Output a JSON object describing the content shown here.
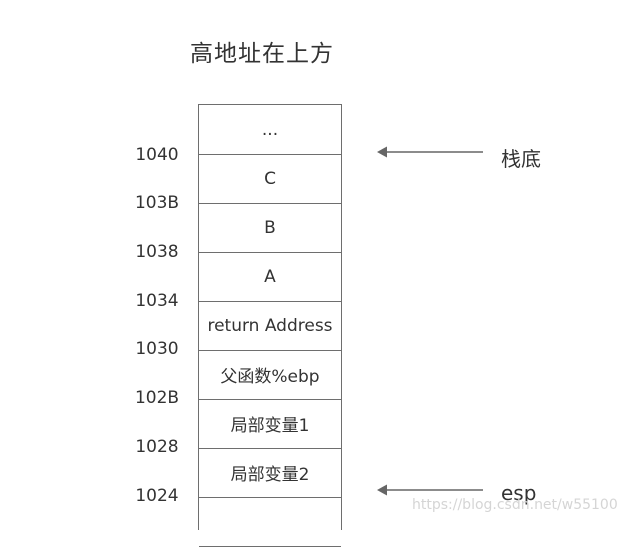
{
  "title": "高地址在上方",
  "cells": [
    "...",
    "C",
    "B",
    "A",
    "return Address",
    "父函数%ebp",
    "局部变量1",
    "局部变量2",
    ""
  ],
  "addresses": [
    "1040",
    "103B",
    "1038",
    "1034",
    "1030",
    "102B",
    "1028",
    "1024"
  ],
  "pointers": {
    "bottom": "栈底",
    "esp": "esp"
  },
  "watermark": "https://blog.csdn.net/w55100",
  "colors": {
    "text": "#333333",
    "line": "#6e6e6e",
    "arrow": "#666666",
    "watermark": "#d5d5d5"
  }
}
